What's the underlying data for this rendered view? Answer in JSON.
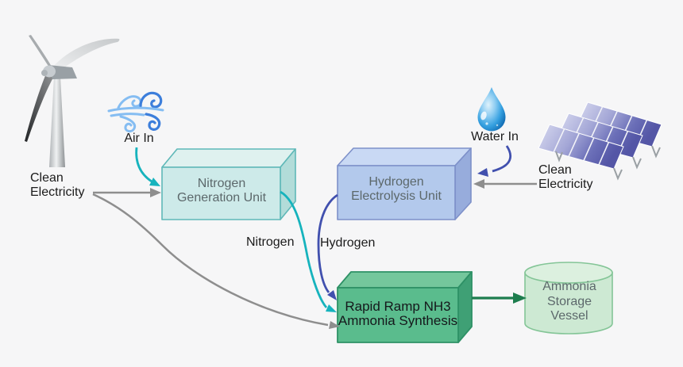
{
  "sources": {
    "wind": {
      "label": "Clean\nElectricity",
      "icon": "wind-turbine"
    },
    "solar": {
      "label": "Clean\nElectricity",
      "icon": "solar-panels"
    }
  },
  "inputs": {
    "air": {
      "label": "Air In",
      "icon": "wind-swirl"
    },
    "water": {
      "label": "Water In",
      "icon": "water-drop"
    }
  },
  "units": {
    "nitrogen_generation": {
      "label": "Nitrogen\nGeneration Unit"
    },
    "hydrogen_electrolysis": {
      "label": "Hydrogen\nElectrolysis Unit"
    },
    "ammonia_synthesis": {
      "label": "Rapid Ramp NH3\nAmmonia Synthesis"
    },
    "ammonia_storage": {
      "label": "Ammonia\nStorage\nVessel"
    }
  },
  "flow_labels": {
    "nitrogen": "Nitrogen",
    "hydrogen": "Hydrogen"
  },
  "colors": {
    "background": "#f6f6f7",
    "nitrogen_unit_front": "#cdeae9",
    "nitrogen_unit_top": "#dff1ef",
    "nitrogen_unit_side": "#b2dcd9",
    "nitrogen_unit_border": "#5fb8b8",
    "hydrogen_unit_front": "#b3c9ec",
    "hydrogen_unit_top": "#c9d9f4",
    "hydrogen_unit_side": "#97acdc",
    "hydrogen_unit_border": "#7d90c9",
    "synthesis_unit_front": "#5abc8d",
    "synthesis_unit_top": "#74c79c",
    "synthesis_unit_side": "#3fa075",
    "synthesis_unit_border": "#2e9166",
    "storage_vessel_body": "#cde9d3",
    "storage_vessel_top": "#dcf0df",
    "storage_vessel_border": "#84c597",
    "nitrogen_flow": "#16b3bd",
    "hydrogen_flow": "#4150ae",
    "electricity_flow": "#8e8e8e",
    "ammonia_flow": "#1d7d4e",
    "unit_text": "#5c686b",
    "synthesis_text": "#15181b",
    "label_text": "#1b1b1b"
  }
}
